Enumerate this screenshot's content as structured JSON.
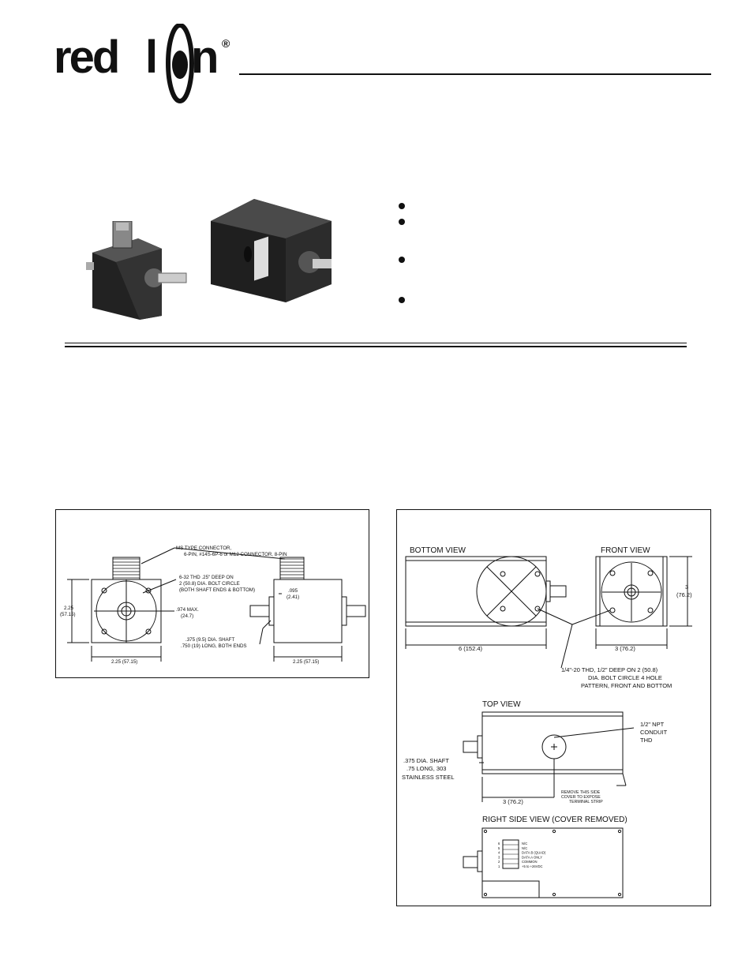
{
  "brand": {
    "logo_text": "red lion",
    "registered_mark": "®"
  },
  "left_drawing": {
    "callouts": {
      "connector_line1": "MS TYPE CONNECTOR,",
      "connector_line2": "6-PIN, #14S-6P-6 or M12 CONNECTOR, 8-PIN",
      "thread_line1": "6-32 THD .25\" DEEP ON",
      "thread_line2": "2 (50.8) DIA. BOLT CIRCLE",
      "thread_line3": "(BOTH SHAFT ENDS & BOTTOM)",
      "height_in": "2.25",
      "height_mm": "(57.15)",
      "max_in": ".974 MAX.",
      "max_mm": "(24.7)",
      "gap_in": ".095",
      "gap_mm": "(2.41)",
      "shaft_line1": ".375 (9.5) DIA. SHAFT",
      "shaft_line2": ".750 (19) LONG, BOTH ENDS",
      "width_front": "2.25 (57.15)",
      "width_side": "2.25 (57.15)"
    }
  },
  "right_drawing": {
    "bottom_view": "BOTTOM VIEW",
    "front_view": "FRONT VIEW",
    "top_view": "TOP VIEW",
    "right_side_view": "RIGHT SIDE VIEW (COVER REMOVED)",
    "dim_length": "6 (152.4)",
    "dim_front_width": "3 (76.2)",
    "dim_front_height_in": "3",
    "dim_front_height_mm": "(76.2)",
    "dim_top_width": "3 (76.2)",
    "thread_line1": "1/4\"-20 THD, 1/2\" DEEP ON 2 (50.8)",
    "thread_line2": "DIA. BOLT CIRCLE 4 HOLE",
    "thread_line3": "PATTERN, FRONT AND BOTTOM",
    "conduit_line1": "1/2\" NPT",
    "conduit_line2": "CONDUIT",
    "conduit_line3": "THD",
    "shaft_line1": ".375 DIA. SHAFT",
    "shaft_line2": ".75 LONG, 303",
    "shaft_line3": "STAINLESS STEEL",
    "cover_line1": "REMOVE THIS SIDE",
    "cover_line2": "COVER TO EXPOSE",
    "cover_line3": "TERMINAL STRIP",
    "terminals": [
      "N/C",
      "N/C",
      "DATA B (QUAD)",
      "DATA A ONLY",
      "COMMON",
      "+5 to +26VDC"
    ],
    "terminal_numbers": [
      "6",
      "5",
      "4",
      "3",
      "2",
      "1"
    ]
  }
}
